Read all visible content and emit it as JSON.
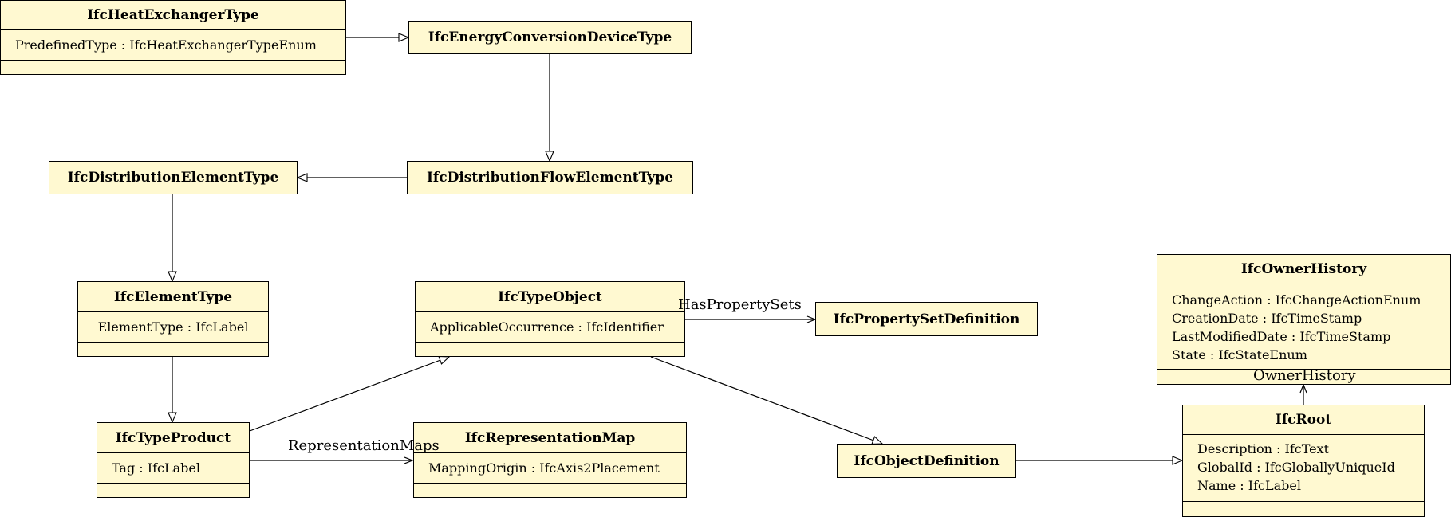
{
  "classes": {
    "heat_exchanger_type": {
      "name": "IfcHeatExchangerType",
      "attributes": [
        "PredefinedType : IfcHeatExchangerTypeEnum"
      ]
    },
    "energy_conversion_device_type": {
      "name": "IfcEnergyConversionDeviceType"
    },
    "distribution_element_type": {
      "name": "IfcDistributionElementType"
    },
    "distribution_flow_element_type": {
      "name": "IfcDistributionFlowElementType"
    },
    "element_type": {
      "name": "IfcElementType",
      "attributes": [
        "ElementType : IfcLabel"
      ]
    },
    "type_object": {
      "name": "IfcTypeObject",
      "attributes": [
        "ApplicableOccurrence : IfcIdentifier"
      ]
    },
    "property_set_definition": {
      "name": "IfcPropertySetDefinition"
    },
    "owner_history": {
      "name": "IfcOwnerHistory",
      "attributes": [
        "ChangeAction : IfcChangeActionEnum",
        "CreationDate : IfcTimeStamp",
        "LastModifiedDate : IfcTimeStamp",
        "State : IfcStateEnum"
      ]
    },
    "type_product": {
      "name": "IfcTypeProduct",
      "attributes": [
        "Tag : IfcLabel"
      ]
    },
    "representation_map": {
      "name": "IfcRepresentationMap",
      "attributes": [
        "MappingOrigin : IfcAxis2Placement"
      ]
    },
    "object_definition": {
      "name": "IfcObjectDefinition"
    },
    "root": {
      "name": "IfcRoot",
      "attributes": [
        "Description : IfcText",
        "GlobalId : IfcGloballyUniqueId",
        "Name : IfcLabel"
      ]
    }
  },
  "associations": {
    "has_property_sets": "HasPropertySets",
    "representation_maps": "RepresentationMaps",
    "owner_history": "OwnerHistory"
  }
}
